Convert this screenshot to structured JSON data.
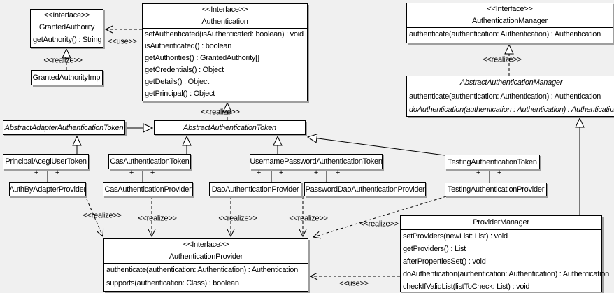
{
  "diagram": {
    "labels": {
      "interface": "<<Interface>>",
      "realize": "<<realize>>",
      "use": "<<use>>",
      "plus": "+"
    },
    "classes": {
      "granted_authority": {
        "name": "GrantedAuthority",
        "methods": [
          "getAuthority() : String"
        ]
      },
      "granted_authority_impl": {
        "name": "GrantedAuthorityImpl"
      },
      "authentication": {
        "name": "Authentication",
        "methods": [
          "setAuthenticated(isAuthenticated: boolean) : void",
          "isAuthenticated() : boolean",
          "getAuthorities() : GrantedAuthority[]",
          "getCredentials() : Object",
          "getDetails() : Object",
          "getPrincipal() : Object"
        ]
      },
      "authentication_manager": {
        "name": "AuthenticationManager",
        "methods": [
          "authenticate(authentication: Authentication) : Authentication"
        ]
      },
      "abstract_authentication_manager": {
        "name": "AbstractAuthenticationManager",
        "methods": [
          "authenticate(authentication: Authentication) : Authentication",
          "doAuthentication(authentication : Authentication) : Authentication"
        ]
      },
      "abstract_adapter_authentication_token": {
        "name": "AbstractAdapterAuthenticationToken"
      },
      "abstract_authentication_token": {
        "name": "AbstractAuthenticationToken"
      },
      "principal_acegi_user_token": {
        "name": "PrincipalAcegiUserToken"
      },
      "cas_authentication_token": {
        "name": "CasAuthenticationToken"
      },
      "username_password_authentication_token": {
        "name": "UsernamePasswordAuthenticationToken"
      },
      "testing_authentication_token": {
        "name": "TestingAuthenticationToken"
      },
      "auth_by_adapter_provider": {
        "name": "AuthByAdapterProvider"
      },
      "cas_authentication_provider": {
        "name": "CasAuthenticationProvider"
      },
      "dao_authentication_provider": {
        "name": "DaoAuthenticationProvider"
      },
      "password_dao_authentication_provider": {
        "name": "PasswordDaoAuthenticationProvider"
      },
      "testing_authentication_provider": {
        "name": "TestingAuthenticationProvider"
      },
      "authentication_provider": {
        "name": "AuthenticationProvider",
        "methods": [
          "authenticate(authentication: Authentication) : Authentication",
          "supports(authentication: Class) : boolean"
        ]
      },
      "provider_manager": {
        "name": "ProviderManager",
        "methods": [
          "setProviders(newList: List) : void",
          "getProviders() : List",
          "afterPropertiesSet() : void",
          "doAuthentication(authentication: Authentication) : Authentication",
          "checkIfValidList(listToCheck: List) : void"
        ]
      }
    },
    "colors": {
      "background": "#f0f0f0",
      "node_fill": "#ffffff",
      "node_border": "#000000",
      "node_shadow": "#9e9e9e",
      "text": "#000000"
    }
  }
}
